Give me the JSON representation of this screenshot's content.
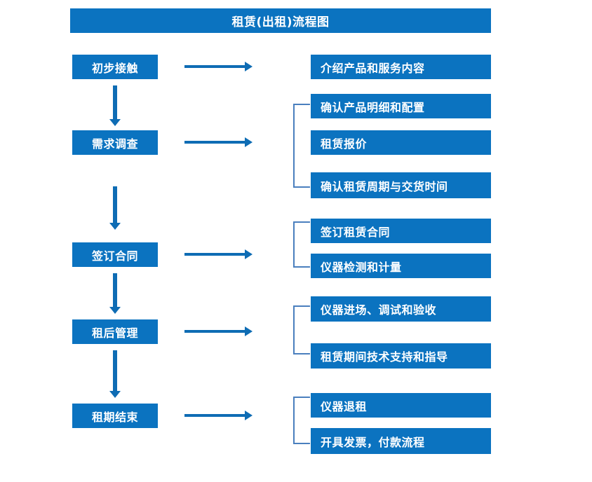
{
  "title": {
    "text": "租赁(出租)流程图"
  },
  "colors": {
    "box_blue": "#0b73c0",
    "arrow_blue": "#0e6cb4",
    "bracket_blue": "#4a7fbe",
    "text_white": "#ffffff",
    "background": "#ffffff"
  },
  "stages": [
    {
      "label": "初步接触"
    },
    {
      "label": "需求调查"
    },
    {
      "label": "签订合同"
    },
    {
      "label": "租后管理"
    },
    {
      "label": "租期结束"
    }
  ],
  "details": [
    {
      "label": "介绍产品和服务内容"
    },
    {
      "label": "确认产品明细和配置"
    },
    {
      "label": "租赁报价"
    },
    {
      "label": "确认租赁周期与交货时间"
    },
    {
      "label": "签订租赁合同"
    },
    {
      "label": "仪器检测和计量"
    },
    {
      "label": "仪器进场、调试和验收"
    },
    {
      "label": "租赁期间技术支持和指导"
    },
    {
      "label": "仪器退租"
    },
    {
      "label": "开具发票，付款流程"
    }
  ],
  "chart_data": {
    "type": "diagram",
    "title": "租赁(出租)流程图",
    "nodes": [
      {
        "id": "s1",
        "label": "初步接触",
        "column": "stage"
      },
      {
        "id": "s2",
        "label": "需求调查",
        "column": "stage"
      },
      {
        "id": "s3",
        "label": "签订合同",
        "column": "stage"
      },
      {
        "id": "s4",
        "label": "租后管理",
        "column": "stage"
      },
      {
        "id": "s5",
        "label": "租期结束",
        "column": "stage"
      },
      {
        "id": "d1",
        "label": "介绍产品和服务内容",
        "column": "detail"
      },
      {
        "id": "d2",
        "label": "确认产品明细和配置",
        "column": "detail"
      },
      {
        "id": "d3",
        "label": "租赁报价",
        "column": "detail"
      },
      {
        "id": "d4",
        "label": "确认租赁周期与交货时间",
        "column": "detail"
      },
      {
        "id": "d5",
        "label": "签订租赁合同",
        "column": "detail"
      },
      {
        "id": "d6",
        "label": "仪器检测和计量",
        "column": "detail"
      },
      {
        "id": "d7",
        "label": "仪器进场、调试和验收",
        "column": "detail"
      },
      {
        "id": "d8",
        "label": "租赁期间技术支持和指导",
        "column": "detail"
      },
      {
        "id": "d9",
        "label": "仪器退租",
        "column": "detail"
      },
      {
        "id": "d10",
        "label": "开具发票，付款流程",
        "column": "detail"
      }
    ],
    "edges": [
      {
        "from": "s1",
        "to": "s2",
        "kind": "vertical-arrow"
      },
      {
        "from": "s2",
        "to": "s3",
        "kind": "vertical-arrow"
      },
      {
        "from": "s3",
        "to": "s4",
        "kind": "vertical-arrow"
      },
      {
        "from": "s4",
        "to": "s5",
        "kind": "vertical-arrow"
      },
      {
        "from": "s1",
        "to": [
          "d1"
        ],
        "kind": "horizontal-arrow"
      },
      {
        "from": "s2",
        "to": [
          "d2",
          "d3",
          "d4"
        ],
        "kind": "horizontal-arrow+bracket"
      },
      {
        "from": "s3",
        "to": [
          "d5",
          "d6"
        ],
        "kind": "horizontal-arrow+bracket"
      },
      {
        "from": "s4",
        "to": [
          "d7",
          "d8"
        ],
        "kind": "horizontal-arrow+bracket"
      },
      {
        "from": "s5",
        "to": [
          "d9",
          "d10"
        ],
        "kind": "horizontal-arrow+bracket"
      }
    ]
  }
}
